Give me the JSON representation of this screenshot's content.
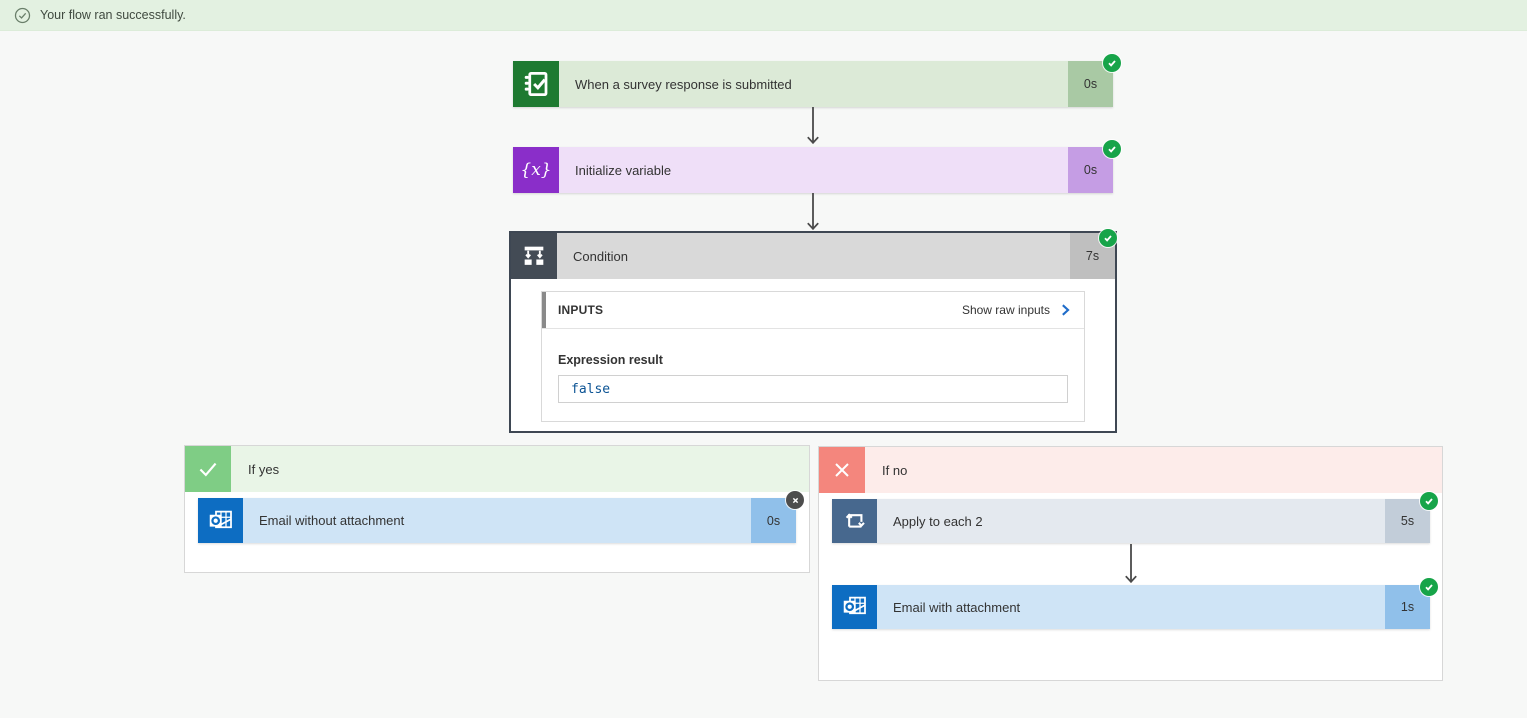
{
  "banner": {
    "message": "Your flow ran successfully."
  },
  "colors": {
    "canvas-bg": "#f7f8f7",
    "banner-bg": "#e3f1e1",
    "banner-text": "#404a40",
    "text-dark": "#333333",
    "success-green": "#17a449",
    "skipped-gray": "#4d4d4d",
    "forms-green": "#1e7a31",
    "trigger-body": "#dcead7",
    "trigger-duration": "#a9c9a4",
    "variable-purple": "#8a2ec9",
    "variable-body": "#efdff8",
    "variable-duration": "#c59de4",
    "condition-slate": "#434b55",
    "condition-body": "#d9d9d9",
    "condition-duration": "#bfbfbf",
    "condition-border": "#3e4753",
    "outlook-blue": "#0d6dc2",
    "email-body": "#cfe4f6",
    "email-duration": "#90c0ea",
    "loop-slate": "#47688e",
    "loop-body": "#e4e9ef",
    "loop-duration": "#c2cdd9",
    "yes-green": "#7fcd85",
    "yes-header-bg": "#e9f5e7",
    "no-red": "#f4867d",
    "no-header-bg": "#fdecea",
    "link-blue": "#1f6cc9",
    "value-blue": "#0b5394",
    "connector-gray": "#4a4a4a"
  },
  "flow": {
    "trigger": {
      "title": "When a survey response is submitted",
      "duration": "0s",
      "status": "succeeded"
    },
    "initialize_variable": {
      "title": "Initialize variable",
      "icon_glyph": "{x}",
      "duration": "0s",
      "status": "succeeded"
    },
    "condition": {
      "title": "Condition",
      "duration": "7s",
      "status": "succeeded",
      "inputs_label": "INPUTS",
      "show_raw_inputs_label": "Show raw inputs",
      "expression_result_label": "Expression result",
      "expression_result_value": "false"
    },
    "if_yes": {
      "label": "If yes",
      "actions": [
        {
          "title": "Email without attachment",
          "duration": "0s",
          "status": "skipped"
        }
      ]
    },
    "if_no": {
      "label": "If no",
      "actions": [
        {
          "title": "Apply to each 2",
          "duration": "5s",
          "status": "succeeded"
        },
        {
          "title": "Email with attachment",
          "duration": "1s",
          "status": "succeeded"
        }
      ]
    }
  }
}
